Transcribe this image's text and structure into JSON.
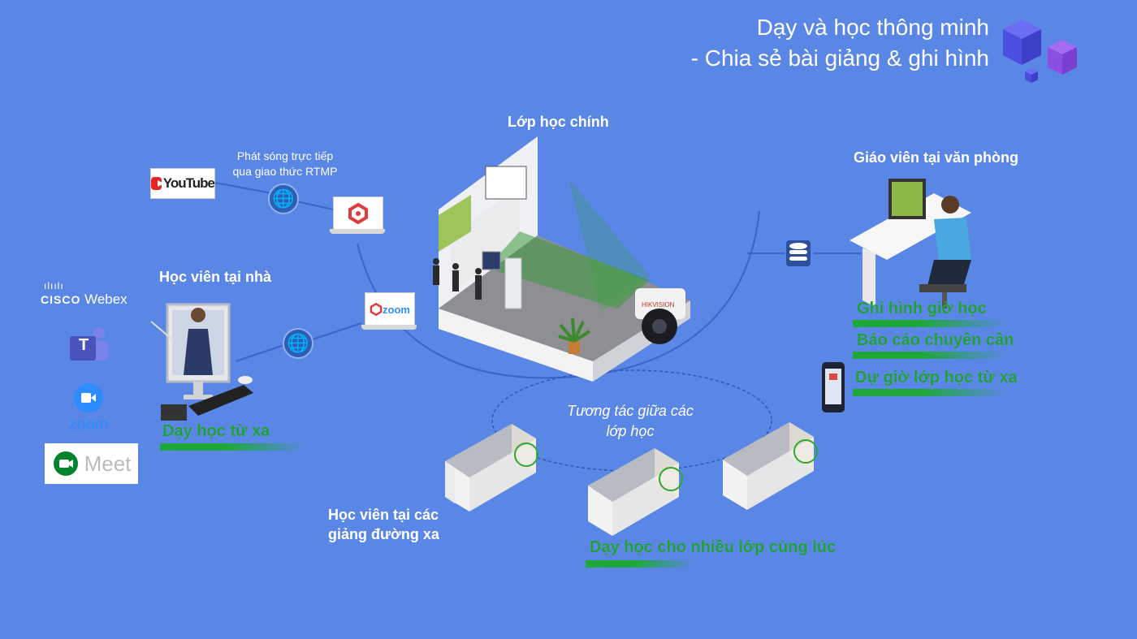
{
  "title": {
    "line1": "Dạy và học thông minh",
    "line2": "- Chia sẻ bài giảng & ghi hình"
  },
  "labels": {
    "main_class": "Lớp học chính",
    "broadcast_line1": "Phát sóng trực tiếp",
    "broadcast_line2": "qua giao thức RTMP",
    "home_students": "Học viên tại nhà",
    "office_teacher": "Giáo viên tại văn phòng",
    "interaction_line1": "Tương tác giữa các",
    "interaction_line2": "lớp học",
    "remote_halls_line1": "Học viên tại các",
    "remote_halls_line2": "giảng đường xa"
  },
  "features": {
    "remote_teaching": "Dạy học từ xa",
    "record_lessons": "Ghi hình giờ học",
    "attendance_report": "Báo cáo chuyên cần",
    "remote_observation": "Dự giờ lớp học từ xa",
    "multi_class": "Dạy học cho nhiều lớp cùng lúc"
  },
  "logos": {
    "youtube": "YouTube",
    "webex_brand": "CISCO",
    "webex_product": "Webex",
    "zoom": "zoom",
    "meet": "Meet",
    "teams_letter": "T",
    "zoom_laptop": "zoom"
  },
  "icons": {
    "globe": "globe-icon",
    "database": "database-icon",
    "phone": "smartphone-icon",
    "camera": "dome-camera-icon",
    "cubes": "cubes-decoration"
  },
  "colors": {
    "background": "#5a86e6",
    "feature_green": "#1f9e3a",
    "line": "#3b64c9"
  }
}
